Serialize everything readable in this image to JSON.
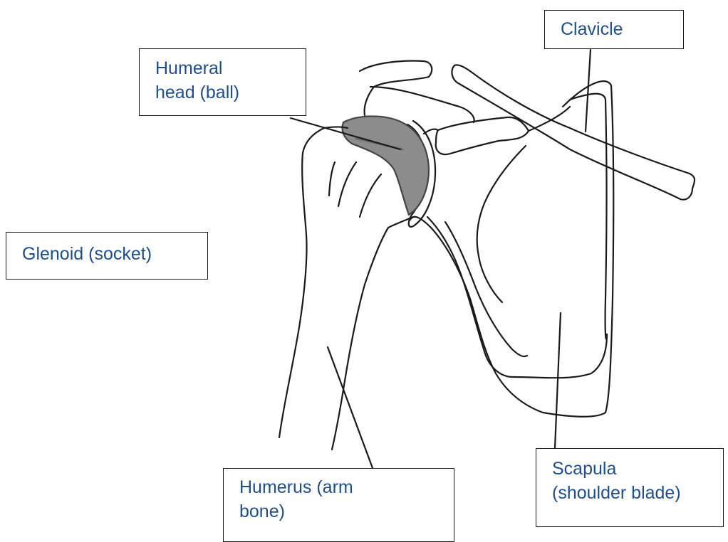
{
  "labels": {
    "humeral_head": [
      "Humeral",
      "head (ball)"
    ],
    "clavicle": [
      "Clavicle"
    ],
    "glenoid": [
      "Glenoid (socket)"
    ],
    "humerus": [
      "Humerus (arm",
      "bone)"
    ],
    "scapula": [
      "Scapula",
      "(shoulder blade)"
    ]
  },
  "colors": {
    "label_text": "#1f4e8c",
    "outline": "#1a1a1a",
    "humeral_head_fill": "#8c8c8c"
  }
}
